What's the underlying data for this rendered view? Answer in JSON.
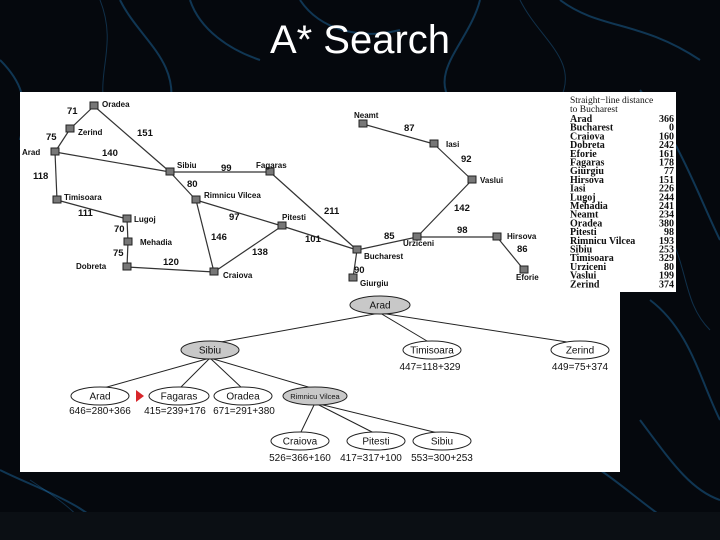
{
  "slide": {
    "title": "A* Search",
    "colors": {
      "background": "#05080d",
      "accent": "#1f6fa8",
      "marker": "#d8262b"
    }
  },
  "map": {
    "cities": {
      "oradea": "Oradea",
      "zerind": "Zerind",
      "arad": "Arad",
      "timisoara": "Timisoara",
      "lugoj": "Lugoj",
      "mehadia": "Mehadia",
      "dobreta": "Dobreta",
      "sibiu": "Sibiu",
      "fagaras": "Fagaras",
      "rimnicu": "Rimnicu Vilcea",
      "pitesti": "Pitesti",
      "craiova": "Craiova",
      "bucharest": "Bucharest",
      "giurgiu": "Giurgiu",
      "urziceni": "Urziceni",
      "neamt": "Neamt",
      "iasi": "Iasi",
      "vaslui": "Vaslui",
      "hirsova": "Hirsova",
      "eforie": "Eforie"
    },
    "roads": {
      "oradea_zerind": "71",
      "zerind_arad": "75",
      "oradea_sibiu": "151",
      "arad_sibiu": "140",
      "arad_timisoara": "118",
      "timisoara_lugoj": "111",
      "lugoj_mehadia": "70",
      "mehadia_dobreta": "75",
      "dobreta_craiova": "120",
      "sibiu_fagaras": "99",
      "sibiu_rimnicu": "80",
      "rimnicu_pitesti": "97",
      "rimnicu_craiova": "146",
      "craiova_pitesti": "138",
      "pitesti_bucharest": "101",
      "fagaras_bucharest": "211",
      "bucharest_giurgiu": "90",
      "bucharest_urziceni": "85",
      "neamt_iasi": "87",
      "iasi_vaslui": "92",
      "urziceni_vaslui": "142",
      "urziceni_hirsova": "98",
      "hirsova_eforie": "86"
    }
  },
  "sld_table": {
    "header_line1": "Straight−line distance",
    "header_line2": "to Bucharest",
    "rows": [
      {
        "city": "Arad",
        "value": "366"
      },
      {
        "city": "Bucharest",
        "value": "0"
      },
      {
        "city": "Craiova",
        "value": "160"
      },
      {
        "city": "Dobreta",
        "value": "242"
      },
      {
        "city": "Eforie",
        "value": "161"
      },
      {
        "city": "Fagaras",
        "value": "178"
      },
      {
        "city": "Giurgiu",
        "value": "77"
      },
      {
        "city": "Hirsova",
        "value": "151"
      },
      {
        "city": "Iasi",
        "value": "226"
      },
      {
        "city": "Lugoj",
        "value": "244"
      },
      {
        "city": "Mehadia",
        "value": "241"
      },
      {
        "city": "Neamt",
        "value": "234"
      },
      {
        "city": "Oradea",
        "value": "380"
      },
      {
        "city": "Pitesti",
        "value": "98"
      },
      {
        "city": "Rimnicu Vilcea",
        "value": "193"
      },
      {
        "city": "Sibiu",
        "value": "253"
      },
      {
        "city": "Timisoara",
        "value": "329"
      },
      {
        "city": "Urziceni",
        "value": "80"
      },
      {
        "city": "Vaslui",
        "value": "199"
      },
      {
        "city": "Zerind",
        "value": "374"
      }
    ]
  },
  "tree": {
    "root": {
      "label": "Arad"
    },
    "level1": [
      {
        "label": "Sibiu",
        "f": ""
      },
      {
        "label": "Timisoara",
        "f": "447=118+329"
      },
      {
        "label": "Zerind",
        "f": "449=75+374"
      }
    ],
    "level2": [
      {
        "label": "Arad",
        "f": "646=280+366"
      },
      {
        "label": "Fagaras",
        "f": "415=239+176"
      },
      {
        "label": "Oradea",
        "f": "671=291+380"
      },
      {
        "label": "Rimnicu Vilcea",
        "f": ""
      }
    ],
    "level3": [
      {
        "label": "Craiova",
        "f": "526=366+160"
      },
      {
        "label": "Pitesti",
        "f": "417=317+100"
      },
      {
        "label": "Sibiu",
        "f": "553=300+253"
      }
    ],
    "colors": {
      "expanded": "#c8c8c8",
      "frontier": "#ffffff"
    }
  }
}
